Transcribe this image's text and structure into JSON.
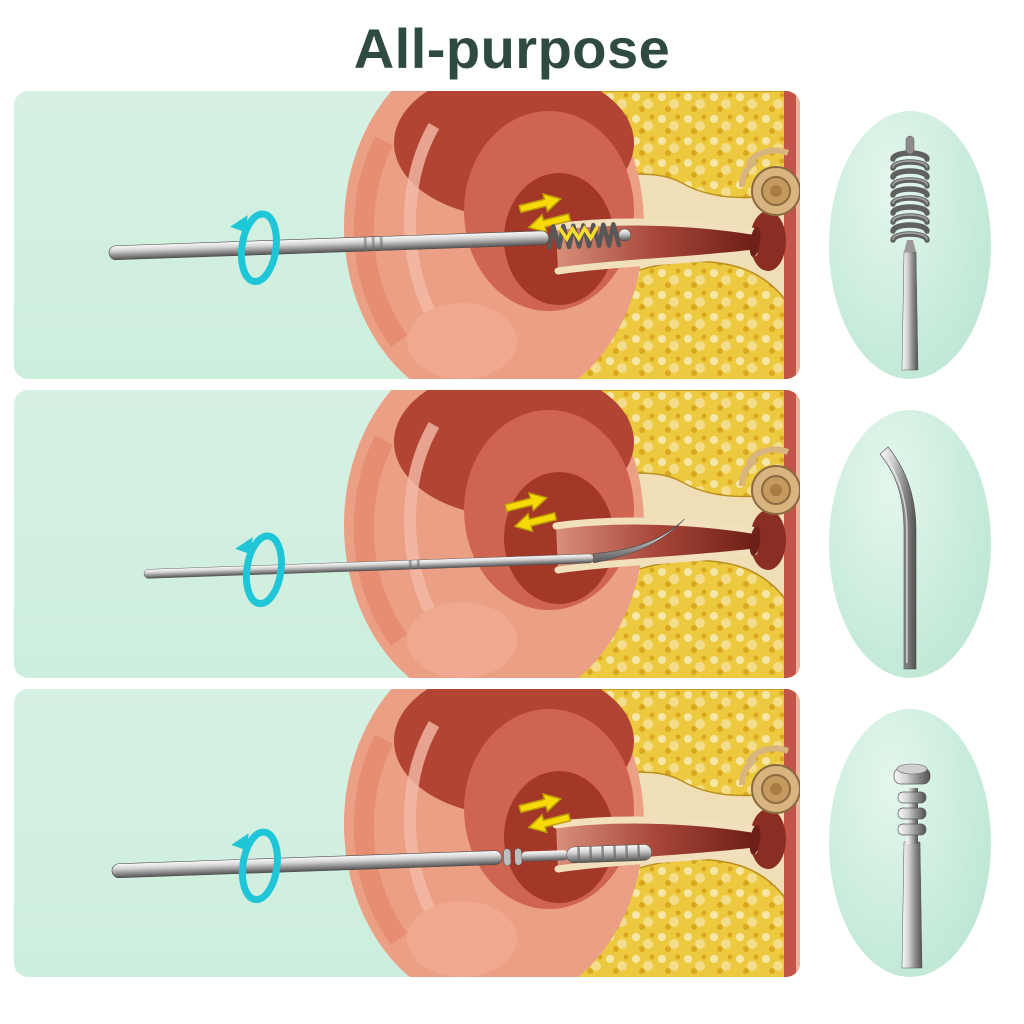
{
  "title": "All-purpose",
  "colors": {
    "title_text": "#2f4a40",
    "panel_background": "#cdeedd",
    "inset_background": "#c9ecdb",
    "rotation_arrow": "#1fc6d8",
    "motion_arrow": "#f6d908",
    "motion_arrow_edge": "#bf9d07"
  },
  "panels": [
    {
      "id": "spiral-spring-tool"
    },
    {
      "id": "curved-pick-tool"
    },
    {
      "id": "ribbed-screw-tool"
    }
  ],
  "insets": [
    {
      "id": "spiral-spring-tip-closeup"
    },
    {
      "id": "curved-pick-tip-closeup"
    },
    {
      "id": "ribbed-screw-tip-closeup"
    }
  ]
}
